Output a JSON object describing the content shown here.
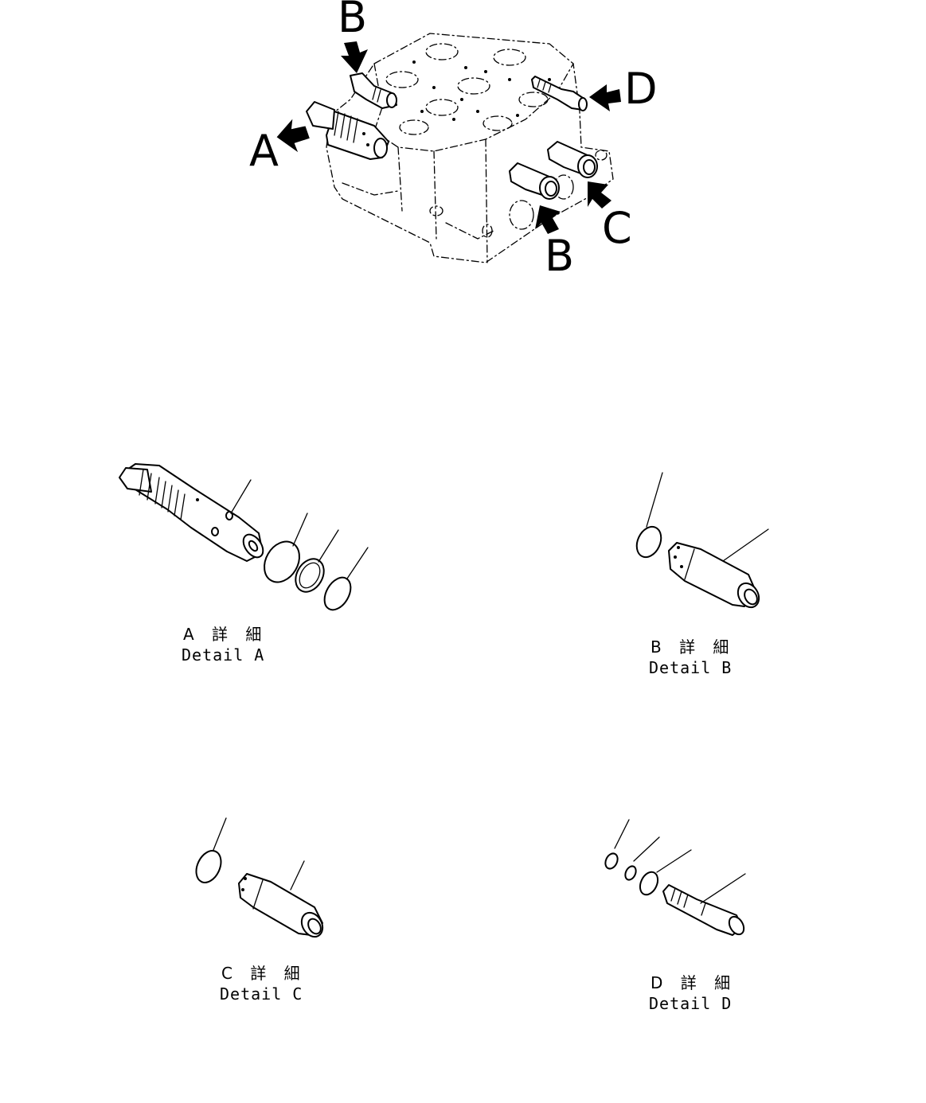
{
  "main_view": {
    "callouts": [
      "A",
      "B",
      "B",
      "C",
      "D"
    ]
  },
  "details": [
    {
      "id": "A",
      "label_jp": "A 詳 細",
      "label_en": "Detail A"
    },
    {
      "id": "B",
      "label_jp": "B 詳 細",
      "label_en": "Detail B"
    },
    {
      "id": "C",
      "label_jp": "C 詳 細",
      "label_en": "Detail C"
    },
    {
      "id": "D",
      "label_jp": "D 詳 細",
      "label_en": "Detail D"
    }
  ]
}
